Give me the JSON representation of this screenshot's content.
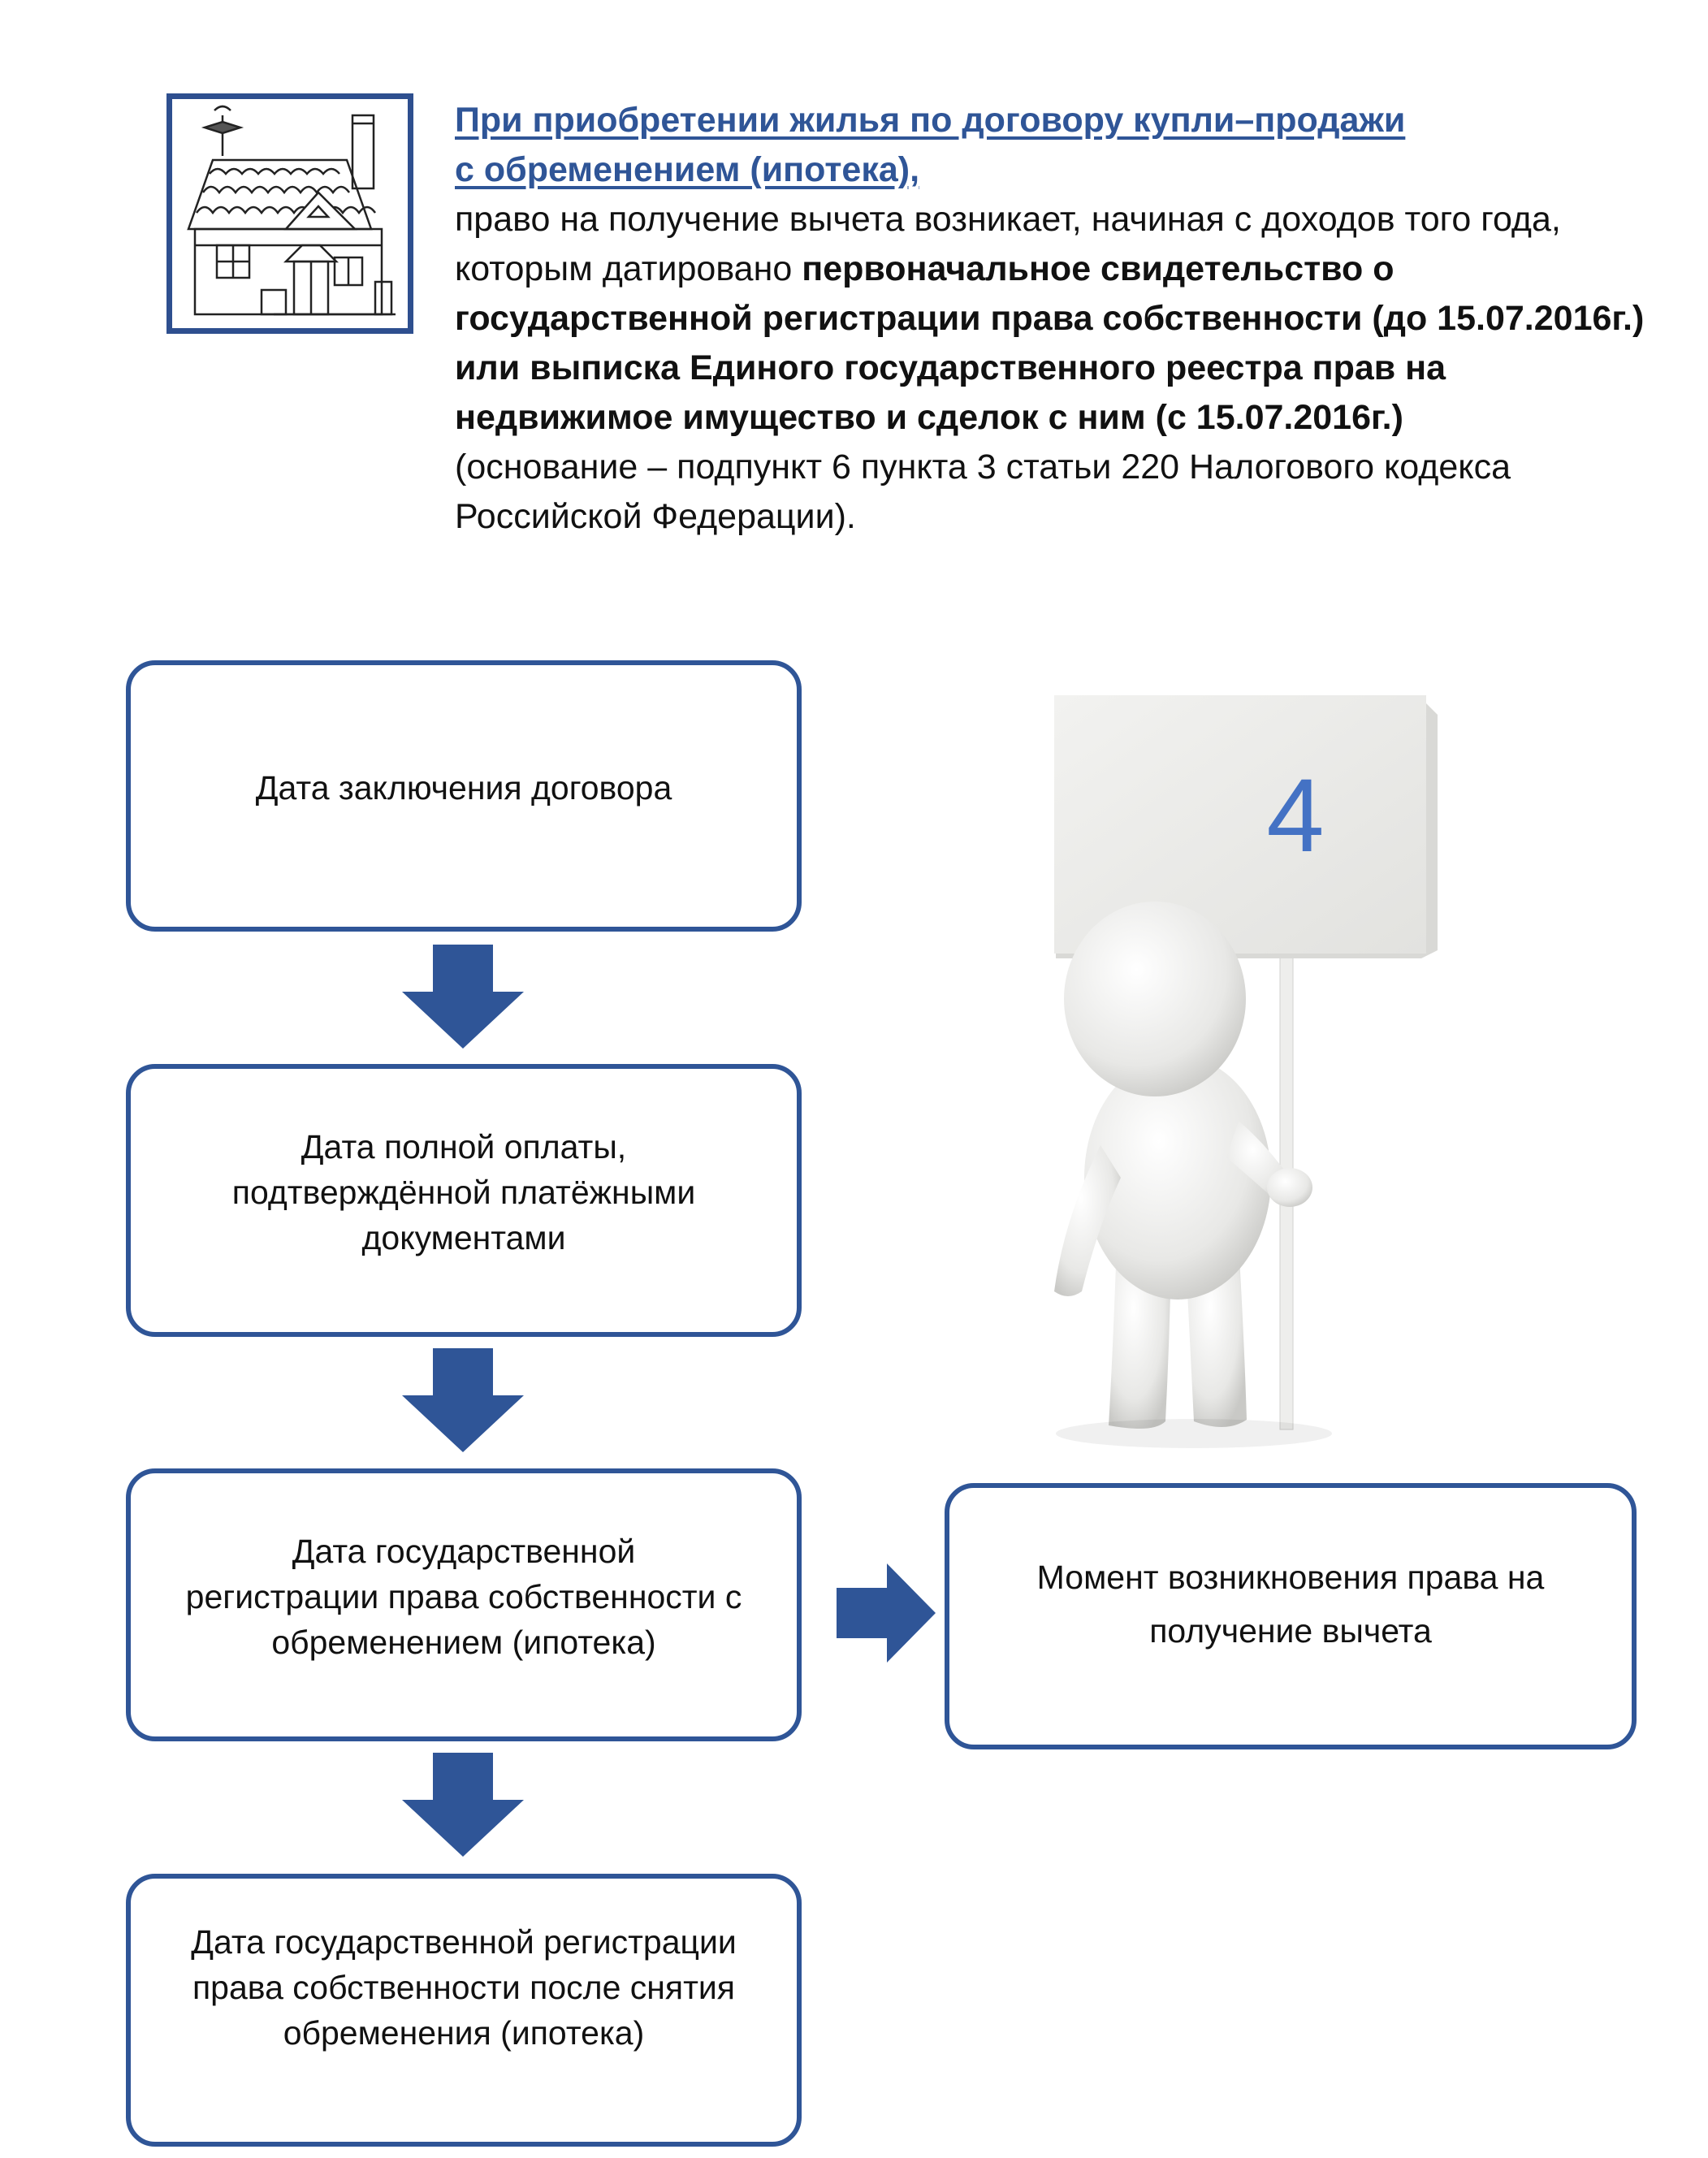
{
  "intro": {
    "heading_line1": "При приобретении жилья по договору купли–продажи",
    "heading_line2": "с обременением (ипотека),",
    "line1": "право на получение вычета  возникает, начиная с доходов того года,",
    "line2_normal": "которым датировано ",
    "line2_bold": "первоначальное свидетельство о",
    "line3_bold": "государственной регистрации права собственности (до 15.07.2016г.)",
    "line4_bold": "или выписка Единого государственного реестра прав на",
    "line5_bold": "недвижимое имущество и сделок с ним (с 15.07.2016г.)",
    "line6": "(основание –  подпункт 6 пункта 3 статьи 220 Налогового кодекса",
    "line7": "Российской Федерации)."
  },
  "flow": {
    "step1": "Дата  заключения  договора",
    "step2": "Дата  полной оплаты,\nподтверждённой  платёжными\nдокументами",
    "step3": "Дата  государственной\nрегистрации права  собственности с\nобременением  (ипотека)",
    "step4": "Дата  государственной  регистрации\nправа собственности после снятия\nобременения (ипотека)",
    "result": "Момент  возникновения  права на\nполучение  вычета"
  },
  "sign": {
    "number": "4"
  },
  "colors": {
    "accent": "#2f5597",
    "sign_number": "#4472c4"
  }
}
